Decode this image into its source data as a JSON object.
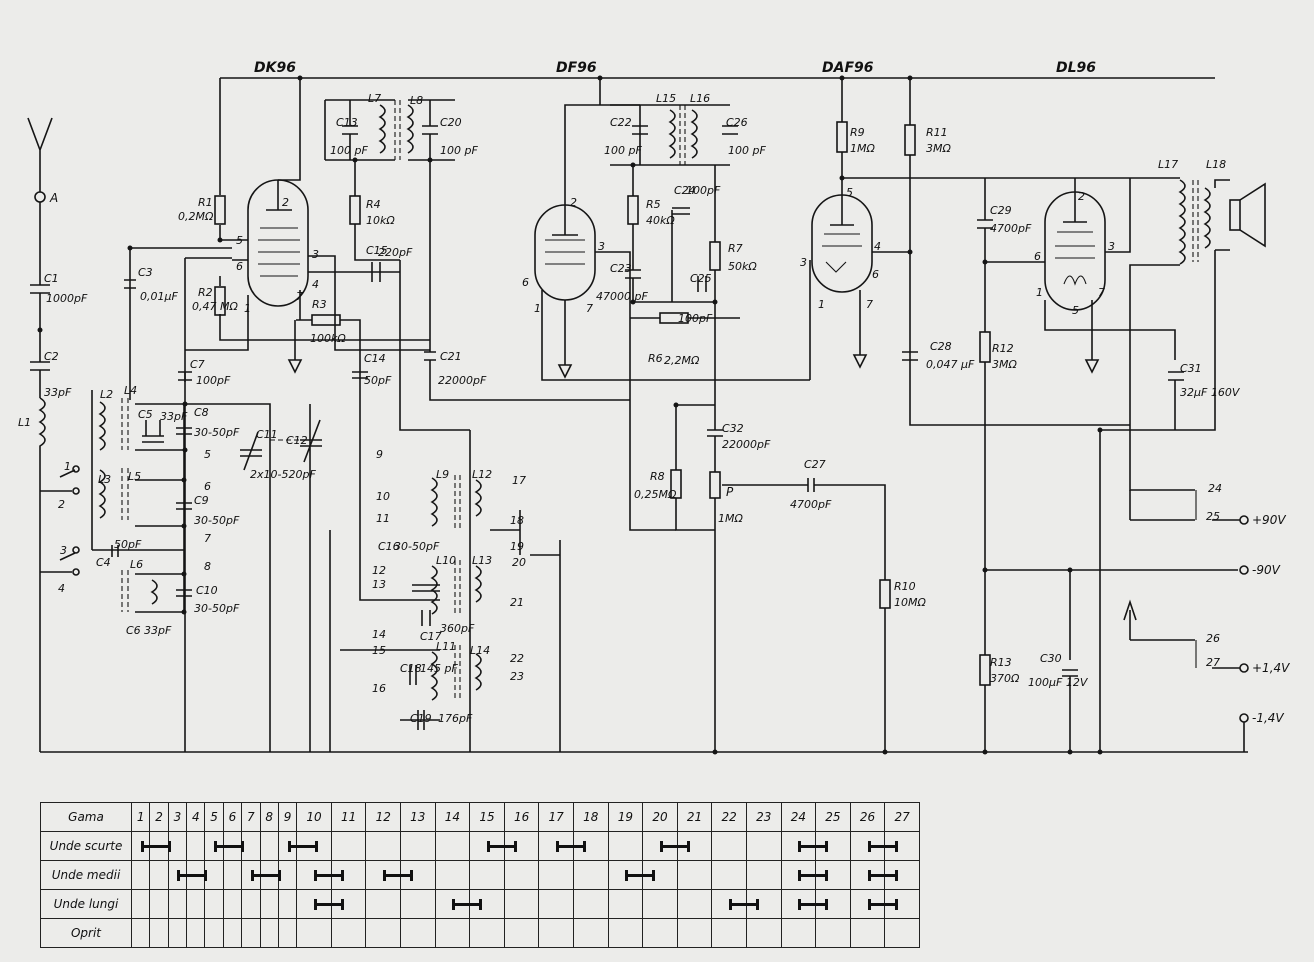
{
  "tubes": [
    "DK96",
    "DF96",
    "DAF96",
    "DL96"
  ],
  "terminals": {
    "antenna": "A",
    "plus90": "+90V",
    "minus90": "-90V",
    "plus14": "+1,4V",
    "minus14": "-1,4V",
    "potentiometer": "P"
  },
  "components": {
    "C1": "C1",
    "C1_val": "1000pF",
    "C2": "C2",
    "C2_val": "33pF",
    "C3": "C3",
    "C3_val": "0,01µF",
    "C4": "C4",
    "C4_val": "50pF",
    "C5": "C5",
    "C5_val": "33pF",
    "C6": "C6",
    "C6_val": "33pF",
    "C7": "C7",
    "C7_val": "100pF",
    "C8": "C8",
    "C8_val": "30-50pF",
    "C9": "C9",
    "C9_val": "30-50pF",
    "C10": "C10",
    "C10_val": "30-50pF",
    "C11": "C11",
    "C11_val": "2x10-520pF",
    "C12": "C12",
    "C13": "C13",
    "C13_val": "100 pF",
    "C14": "C14",
    "C14_val": "50pF",
    "C15": "C15",
    "C15_val": "220pF",
    "C16": "C16",
    "C16_val": "30-50pF",
    "C17": "C17",
    "C17_val": "360pF",
    "C18": "C18",
    "C18_val": "145 pF",
    "C19": "C19",
    "C19_val": "176pF",
    "C20": "C20",
    "C20_val": "100 pF",
    "C21": "C21",
    "C21_val": "22000pF",
    "C22": "C22",
    "C22_val": "100 pF",
    "C23": "C23",
    "C23_val": "47000 pF",
    "C24": "C24",
    "C24_val": "100pF",
    "C25": "C25",
    "C25_val": "100pF",
    "C26": "C26",
    "C26_val": "100 pF",
    "C27": "C27",
    "C27_val": "4700pF",
    "C28": "C28",
    "C28_val": "0,047 µF",
    "C29": "C29",
    "C29_val": "4700pF",
    "C30": "C30",
    "C30_val": "100µF 12V",
    "C31": "C31",
    "C31_val": "32µF 160V",
    "C32": "C32",
    "C32_val": "22000pF",
    "R1": "R1",
    "R1_val": "0,2MΩ",
    "R2": "R2",
    "R2_val": "0,47 MΩ",
    "R3": "R3",
    "R3_val": "100kΩ",
    "R4": "R4",
    "R4_val": "10kΩ",
    "R5": "R5",
    "R5_val": "40kΩ",
    "R6": "R6",
    "R6_val": "2,2MΩ",
    "R7": "R7",
    "R7_val": "50kΩ",
    "R8": "R8",
    "R8_val": "0,25MΩ",
    "R9": "R9",
    "R9_val": "1MΩ",
    "R10": "R10",
    "R10_val": "10MΩ",
    "R11": "R11",
    "R11_val": "3MΩ",
    "R12": "R12",
    "R12_val": "3MΩ",
    "R13": "R13",
    "R13_val": "370Ω",
    "P_val": "1MΩ",
    "inductors": [
      "L1",
      "L2",
      "L3",
      "L4",
      "L5",
      "L6",
      "L7",
      "L8",
      "L9",
      "L10",
      "L11",
      "L12",
      "L13",
      "L14",
      "L15",
      "L16",
      "L17",
      "L18"
    ]
  },
  "switch_contacts": [
    "1",
    "2",
    "3",
    "4",
    "5",
    "6",
    "7",
    "8",
    "9",
    "10",
    "11",
    "12",
    "13",
    "14",
    "15",
    "16",
    "17",
    "18",
    "19",
    "20",
    "21",
    "22",
    "23",
    "24",
    "25",
    "26",
    "27"
  ],
  "band_table": {
    "header_label": "Gama",
    "columns": [
      "1",
      "2",
      "3",
      "4",
      "5",
      "6",
      "7",
      "8",
      "9",
      "10",
      "11",
      "12",
      "13",
      "14",
      "15",
      "16",
      "17",
      "18",
      "19",
      "20",
      "21",
      "22",
      "23",
      "24",
      "25",
      "26",
      "27"
    ],
    "rows": [
      {
        "label": "Unde scurte",
        "closed": [
          [
            1,
            2
          ],
          [
            5,
            6
          ],
          [
            9,
            10
          ],
          [
            15,
            16
          ],
          [
            17,
            18
          ],
          [
            20,
            21
          ],
          [
            24,
            25
          ],
          [
            26,
            27
          ]
        ]
      },
      {
        "label": "Unde medii",
        "closed": [
          [
            3,
            4
          ],
          [
            7,
            8
          ],
          [
            10,
            11
          ],
          [
            12,
            13
          ],
          [
            19,
            20
          ],
          [
            24,
            25
          ],
          [
            26,
            27
          ]
        ]
      },
      {
        "label": "Unde lungi",
        "closed": [
          [
            10,
            11
          ],
          [
            14,
            15
          ],
          [
            22,
            23
          ],
          [
            24,
            25
          ],
          [
            26,
            27
          ]
        ]
      },
      {
        "label": "Oprit",
        "closed": []
      }
    ]
  }
}
